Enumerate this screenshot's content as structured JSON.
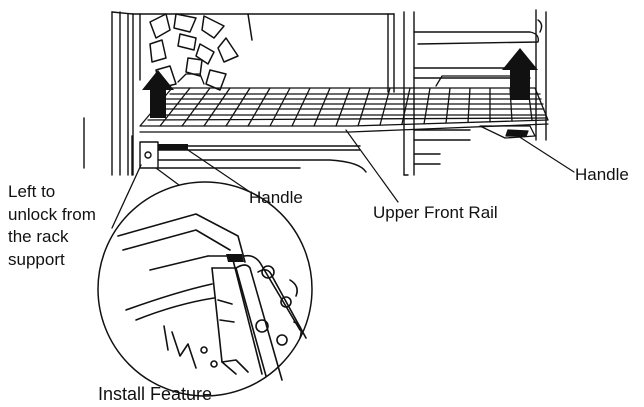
{
  "labels": {
    "handle_left": "Handle",
    "handle_right": "Handle",
    "upper_front_rail": "Upper Front Rail",
    "install_feature": "Install Feature",
    "left_unlock": "Left to\nunlock from\nthe rack\nsupport"
  },
  "icons": [
    "up-arrow-icon",
    "up-arrow-icon"
  ],
  "colors": {
    "line": "#111111",
    "background": "#ffffff"
  }
}
